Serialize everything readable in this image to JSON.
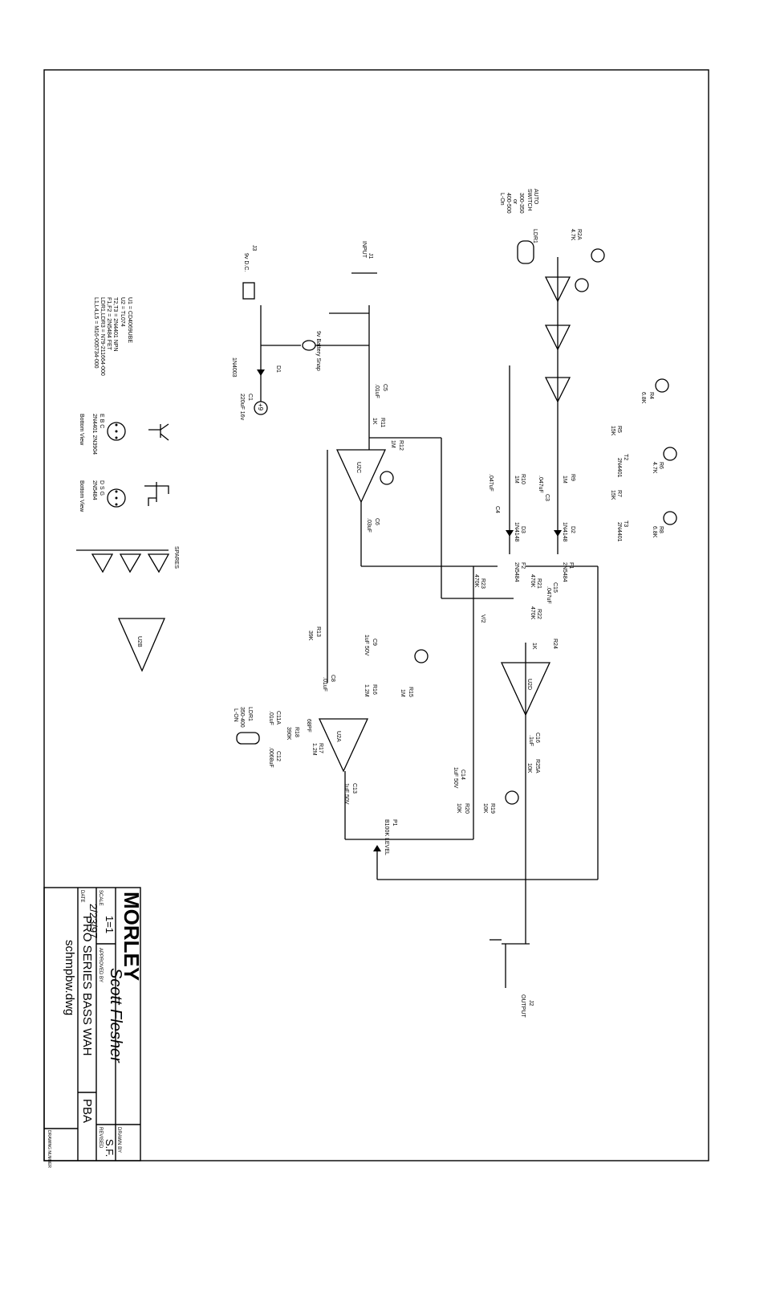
{
  "schematic": {
    "parts_list": [
      "U1 = CD4069UBE",
      "U2 = TL074",
      "T2,T3 = 2N4401 NPN",
      "F1,F2 = 2N5484 FET",
      "LDR1,LDR3 = N79-211664-000",
      "L1,L4,L5 = M16-005734-000"
    ],
    "connectors": {
      "j1_ref": "J1",
      "j1_name": "INPUT",
      "j2_ref": "J2",
      "j2_name": "OUTPUT",
      "j3_ref": "J3",
      "j3_name": "9v D.C.",
      "battery": "9v Battery Snap"
    },
    "auto_switch": [
      "AUTO",
      "SWITCH",
      "300-350",
      "or",
      "400-500",
      "L-On"
    ],
    "ldr3_note": [
      "350-400",
      "L-ON"
    ],
    "spares_title": "SPARES",
    "power_label": "+9",
    "vhalf_label": "V/2",
    "components": [
      {
        "ref": "D1",
        "value": "1N4003"
      },
      {
        "ref": "C1",
        "value": "220uF 16v"
      },
      {
        "ref": "C5",
        "value": ".01uF"
      },
      {
        "ref": "R11",
        "value": "1K"
      },
      {
        "ref": "R12",
        "value": "1M"
      },
      {
        "ref": "U2C",
        "value": ""
      },
      {
        "ref": "C6",
        "value": ".03uF"
      },
      {
        "ref": "R13",
        "value": "39K"
      },
      {
        "ref": "C9",
        "value": "1uF 50V"
      },
      {
        "ref": "C8",
        "value": ".01uF"
      },
      {
        "ref": "R16",
        "value": "1.2M"
      },
      {
        "ref": "R15",
        "value": "1M"
      },
      {
        "ref": "C11A",
        "value": ".01uF"
      },
      {
        "ref": "R18",
        "value": "390K"
      },
      {
        "ref": "C7",
        "value": "68PF"
      },
      {
        "ref": "R17",
        "value": "1.2M"
      },
      {
        "ref": "C12",
        "value": ".0068uF"
      },
      {
        "ref": "U2A",
        "value": ""
      },
      {
        "ref": "C13",
        "value": "1uF 50V"
      },
      {
        "ref": "P1",
        "value": "B100K LEVEL"
      },
      {
        "ref": "C14",
        "value": "1uF 50V"
      },
      {
        "ref": "R20",
        "value": "10K"
      },
      {
        "ref": "R19",
        "value": "10K"
      },
      {
        "ref": "R2A",
        "value": "4.7K"
      },
      {
        "ref": "LDR1",
        "value": ""
      },
      {
        "ref": "R4",
        "value": "6.8K"
      },
      {
        "ref": "R5",
        "value": "15K"
      },
      {
        "ref": "R6",
        "value": "4.7K"
      },
      {
        "ref": "T2",
        "value": "2N4401"
      },
      {
        "ref": "R7",
        "value": "15K"
      },
      {
        "ref": "R8",
        "value": "6.8K"
      },
      {
        "ref": "T3",
        "value": "2N4401"
      },
      {
        "ref": "R10",
        "value": "1M"
      },
      {
        "ref": "C4",
        "value": ".047uF"
      },
      {
        "ref": "D3",
        "value": "1N4148"
      },
      {
        "ref": "R9",
        "value": "1M"
      },
      {
        "ref": "C3",
        "value": ".047uF"
      },
      {
        "ref": "D2",
        "value": "1N4148"
      },
      {
        "ref": "F2",
        "value": "2N5484"
      },
      {
        "ref": "F1",
        "value": "2N5484"
      },
      {
        "ref": "R23",
        "value": "470K"
      },
      {
        "ref": "R21",
        "value": "470K"
      },
      {
        "ref": "C15",
        "value": ".047uF"
      },
      {
        "ref": "R22",
        "value": "470K"
      },
      {
        "ref": "R24",
        "value": "1K"
      },
      {
        "ref": "U2D",
        "value": ""
      },
      {
        "ref": "C16",
        "value": ".1uF"
      },
      {
        "ref": "R25A",
        "value": "10K"
      },
      {
        "ref": "U2B",
        "value": ""
      }
    ],
    "pinouts": [
      {
        "part": "2N4401 2N3904",
        "pins": "E B C",
        "note": "Bottom View"
      },
      {
        "part": "2N5484",
        "pins": "D S G",
        "note": "Bottom View"
      }
    ]
  },
  "title_block": {
    "logo": "MORLEY",
    "scale_label": "SCALE",
    "scale_value": "1=1",
    "date_label": "DATE",
    "date_value": "2/23/97",
    "approved_label": "APPROVED BY",
    "approved_signature": "Scott Flesher",
    "drawn_label": "DRAWN BY",
    "drawn_value": "S.F.",
    "revised_label": "REVISED",
    "drawing_number_label": "DRAWING NUMBER",
    "title": "PRO SERIES BASS WAH",
    "title_code": "PBA",
    "filename": "schmpbw.dwg"
  }
}
